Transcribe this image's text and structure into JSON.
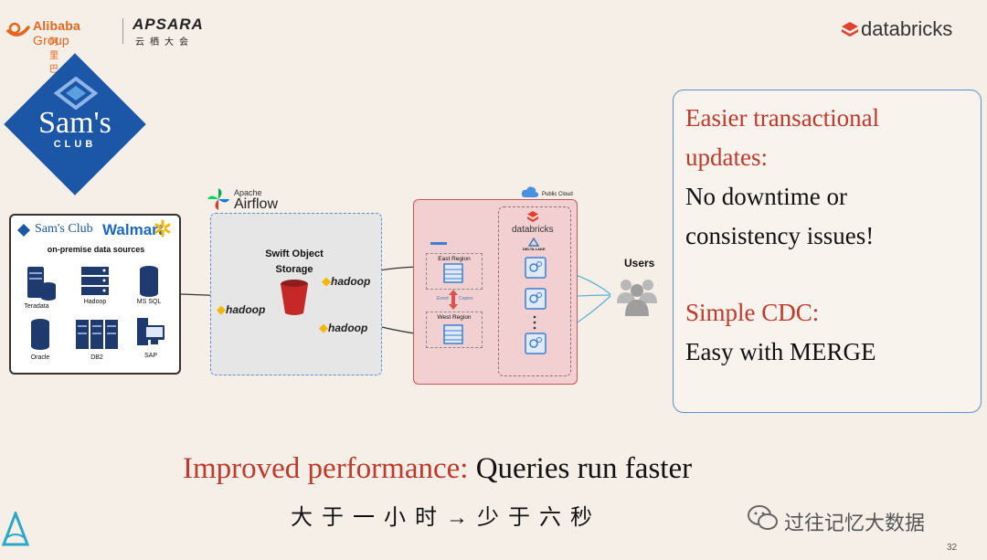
{
  "header": {
    "alibaba": "Alibaba",
    "alibaba_group": "Group",
    "alibaba_cn": "阿里巴巴集团",
    "apsara": "APSARA",
    "apsara_cn": "云栖大会",
    "databricks": "databricks"
  },
  "logo": {
    "sams_word": "Sam's",
    "club_word": "CLUB"
  },
  "on_prem": {
    "sams_club": "Sam's Club",
    "walmart": "Walmart",
    "title": "on-premise data sources",
    "sources": [
      "Teradata",
      "Hadoop",
      "MS SQL",
      "Oracle",
      "DB2",
      "SAP"
    ]
  },
  "airflow": {
    "apache": "Apache",
    "name": "Airflow",
    "storage_line1": "Swift Object",
    "storage_line2": "Storage",
    "hadoop": "hadoop"
  },
  "cloud": {
    "public_cloud": "Public Cloud",
    "databricks": "databricks",
    "delta_lake": "DELTA LAKE",
    "east_region": "East Region",
    "west_region": "West Region",
    "event_label": "Event",
    "copies_label": "Copies",
    "users": "Users"
  },
  "panel": {
    "l1": "Easier transactional",
    "l2": "updates:",
    "l3": "No downtime or",
    "l4": "consistency issues!",
    "l5": "Simple CDC:",
    "l6": "Easy with MERGE"
  },
  "bottom": {
    "perf_label": "Improved performance:",
    "perf_value": "Queries run faster",
    "cn_before": "大于一小时",
    "arrow": "→",
    "cn_after": "少于六秒",
    "wechat": "过往记忆大数据",
    "slide_number": "32"
  },
  "colors": {
    "accent_red": "#c0392b",
    "sams_blue": "#1b57a6",
    "alibaba_orange": "#e8641b"
  }
}
